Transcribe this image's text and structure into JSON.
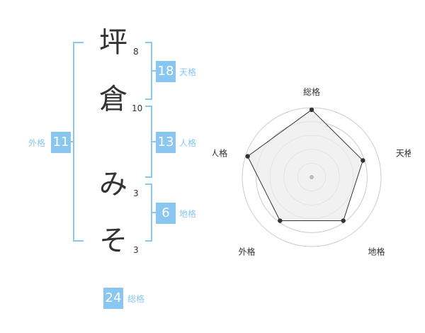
{
  "name": {
    "chars": [
      {
        "char": "坪",
        "strokes": "8"
      },
      {
        "char": "倉",
        "strokes": "10"
      },
      {
        "char": "み",
        "strokes": "3"
      },
      {
        "char": "そ",
        "strokes": "3"
      }
    ]
  },
  "fortunes": {
    "tenkaku": {
      "value": "18",
      "label": "天格"
    },
    "jinkaku": {
      "value": "13",
      "label": "人格"
    },
    "chikaku": {
      "value": "6",
      "label": "地格"
    },
    "gaikaku": {
      "value": "11",
      "label": "外格"
    },
    "soukaku": {
      "value": "24",
      "label": "総格"
    }
  },
  "chart_data": {
    "type": "radar",
    "axes": [
      "総格",
      "天格",
      "地格",
      "外格",
      "人格"
    ],
    "values": [
      5,
      4,
      4,
      4,
      5
    ],
    "max": 5,
    "rings": 5,
    "colors": {
      "fill": "#ececec",
      "line": "#333333",
      "ring": "#cccccc",
      "accent": "#89c6f0"
    }
  }
}
